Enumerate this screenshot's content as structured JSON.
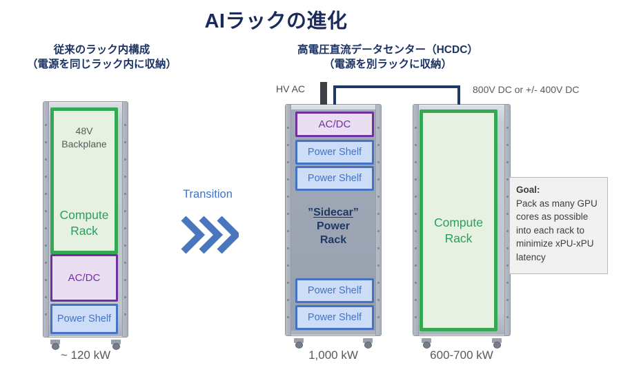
{
  "title": "AIラックの進化",
  "colors": {
    "navy": "#1F3864",
    "blue": "#4472C4",
    "purple": "#7030A0",
    "green": "#34A853",
    "gray_text": "#595959"
  },
  "legacy": {
    "heading_line1": "従来のラック内構成",
    "heading_line2": "（電源を同じラック内に収納）",
    "backplane_line1": "48V",
    "backplane_line2": "Backplane",
    "compute_line1": "Compute",
    "compute_line2": "Rack",
    "acdc_label": "AC/DC",
    "power_shelf_label": "Power Shelf",
    "power_rating": "~ 120 kW"
  },
  "transition": {
    "label": "Transition"
  },
  "hcdc": {
    "heading_line1": "高電圧直流データセンター（HCDC）",
    "heading_line2": "（電源を別ラックに収納）",
    "hv_ac_label": "HV AC",
    "dc_bus_label": "800V DC or +/- 400V DC",
    "sidecar_rack": {
      "acdc_label": "AC/DC",
      "power_shelves": [
        "Power Shelf",
        "Power Shelf",
        "Power Shelf",
        "Power Shelf"
      ],
      "name_open_quote": "”",
      "name_word": "Sidecar",
      "name_close_quote": "”",
      "name_line2": "Power",
      "name_line3": "Rack",
      "power_rating": "1,000 kW"
    },
    "compute_rack": {
      "compute_line1": "Compute",
      "compute_line2": "Rack",
      "power_rating": "600-700 kW"
    }
  },
  "goal": {
    "title": "Goal:",
    "body": "Pack as many GPU cores as possible into each rack to minimize xPU-xPU latency"
  }
}
